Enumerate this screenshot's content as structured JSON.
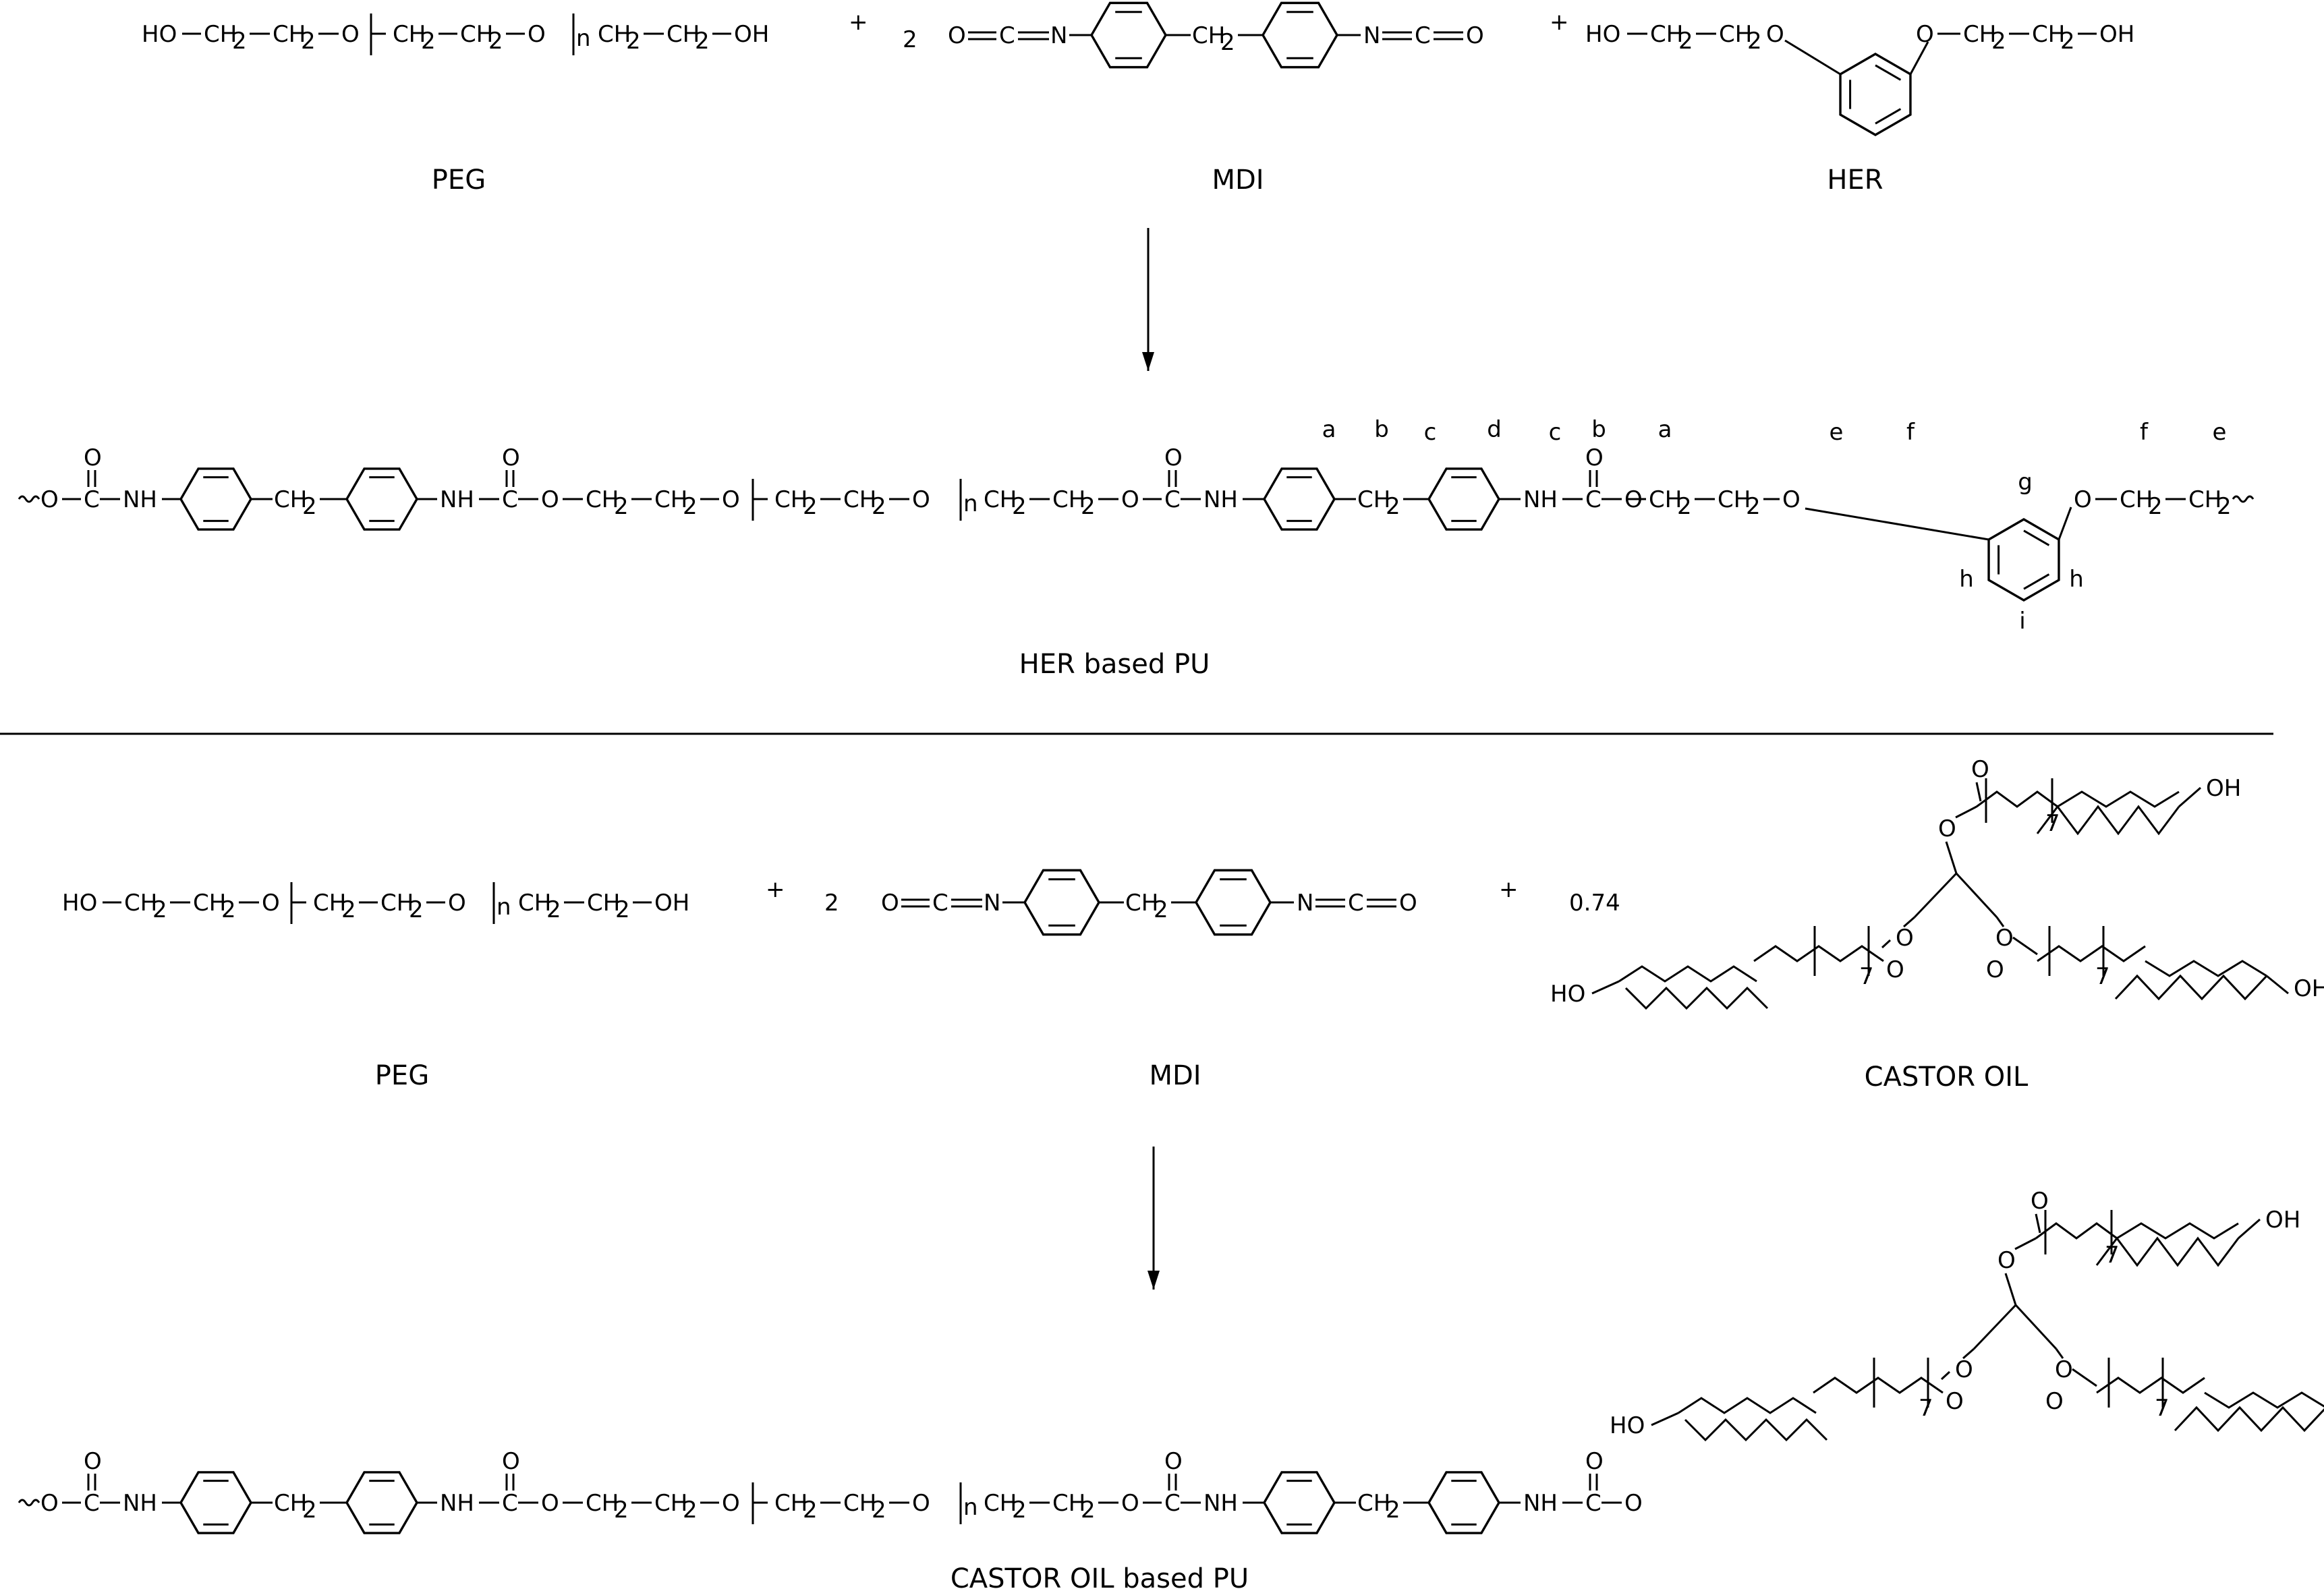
{
  "coef": {
    "two": "2",
    "plus": "+",
    "castor": "0.74"
  },
  "labels": {
    "peg": "PEG",
    "mdi": "MDI",
    "her": "HER",
    "her_pu": "HER based PU",
    "peg2": "PEG",
    "mdi2": "MDI",
    "castor_oil": "CASTOR OIL",
    "castor_pu": "CASTOR OIL based PU"
  },
  "atoms": {
    "HO": "HO",
    "OH": "OH",
    "O": "O",
    "C": "C",
    "N": "N",
    "NH": "NH",
    "CH": "CH",
    "sub2": "2",
    "n": "n",
    "seven": "7"
  },
  "proton_labels": [
    "a",
    "b",
    "c",
    "d",
    "c",
    "b",
    "a",
    "e",
    "f",
    "f",
    "e",
    "g",
    "h",
    "h",
    "i"
  ],
  "colors": {
    "line": "#000000",
    "background": "#ffffff"
  }
}
